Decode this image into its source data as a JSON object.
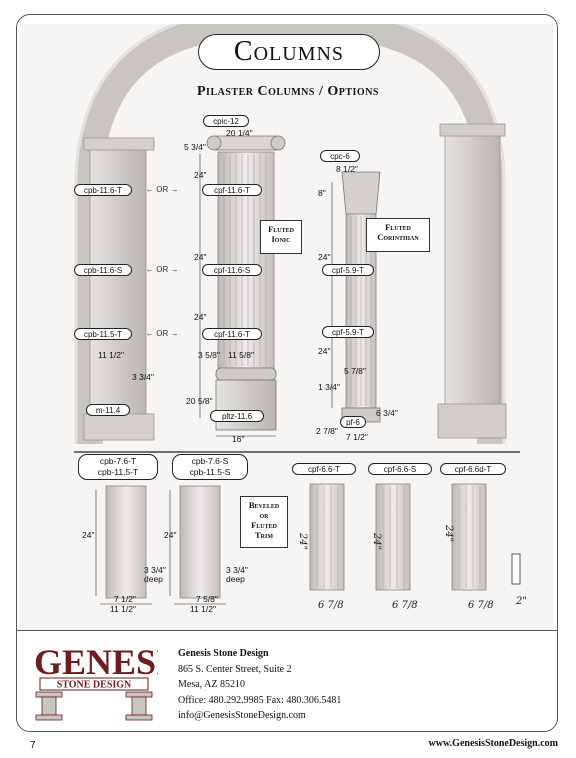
{
  "page": {
    "title": "Columns",
    "subtitle": "Pilaster Columns / Options",
    "page_number": "7",
    "website": "www.GenesisStoneDesign.com"
  },
  "pilaster_left": {
    "pills": [
      "cpb-11.6-T",
      "cpb-11.6-S",
      "cpb-11.5-T",
      "m-11.4"
    ],
    "or_label": "← OR →",
    "dims": {
      "width": "11 1/2\"",
      "depth": "3 3/4\""
    }
  },
  "ionic": {
    "pills": [
      "cpic-12",
      "cpf-11.6-T",
      "cpf-11.6-S",
      "cpf-11.6-T",
      "pltz-11.6"
    ],
    "label_line1": "Fluted",
    "label_line2": "Ionic",
    "dims": {
      "cap_width": "20 1/4\"",
      "cap_height": "5 3/4\"",
      "seg1": "24\"",
      "seg2": "24\"",
      "seg3": "24\"",
      "shaft_width": "11 5/8\"",
      "base_height": "20 5/8\"",
      "base_width": "3 5/8\"",
      "plinth": "16\""
    }
  },
  "corinthian": {
    "pills": [
      "cpc-6",
      "cpf-5.9-T",
      "cpf-5.9-T",
      "pf-6"
    ],
    "label_line1": "Fluted",
    "label_line2": "Corinthian",
    "dims": {
      "cap_width": "8 1/2\"",
      "cap_height": "8\"",
      "seg1": "24\"",
      "seg2": "24\"",
      "shaft_width": "5 7/8\"",
      "base": "1 3/4\"",
      "base_h": "6 3/4\"",
      "base_w": "2 7/8\"",
      "base_w2": "7 1/2\""
    }
  },
  "trim": {
    "pill_a": {
      "line1": "cpb-7.6-T",
      "line2": "cpb-11.5-T"
    },
    "pill_b": {
      "line1": "cpb-7.6-S",
      "line2": "cpb-11.5-S"
    },
    "pills_fluted": [
      "cpf-6.6-T",
      "cpf-6.6-S",
      "cpf-6.6d-T"
    ],
    "label_line1": "Beveled",
    "label_line2": "or",
    "label_line3": "Fluted",
    "label_line4": "Trim",
    "dims": {
      "height_a": "24\"",
      "height_b": "24\"",
      "deep_a": "3 3/4\" deep",
      "deep_b": "3 3/4\" deep",
      "w_a1": "7 1/2\"",
      "w_a2": "11 1/2\"",
      "w_b1": "7 5/8\"",
      "w_b2": "11 1/2\"",
      "f1_h": "24\"",
      "f1_w": "6 7/8",
      "f2_h": "24\"",
      "f2_w": "6 7/8",
      "f3_h": "24\"",
      "f3_w": "6 7/8",
      "small": "2\""
    }
  },
  "company": {
    "name": "Genesis Stone Design",
    "address1": "865 S. Center Street, Suite 2",
    "address2": "Mesa, AZ 85210",
    "phone": "Office: 480.292.9985  Fax: 480.306.5481",
    "email": "info@GenesisStoneDesign.com",
    "logo_word": "GENESIS",
    "logo_sub": "STONE DESIGN"
  },
  "colors": {
    "logo_red": "#6e1c1c",
    "stone": "#d8d6d2"
  }
}
